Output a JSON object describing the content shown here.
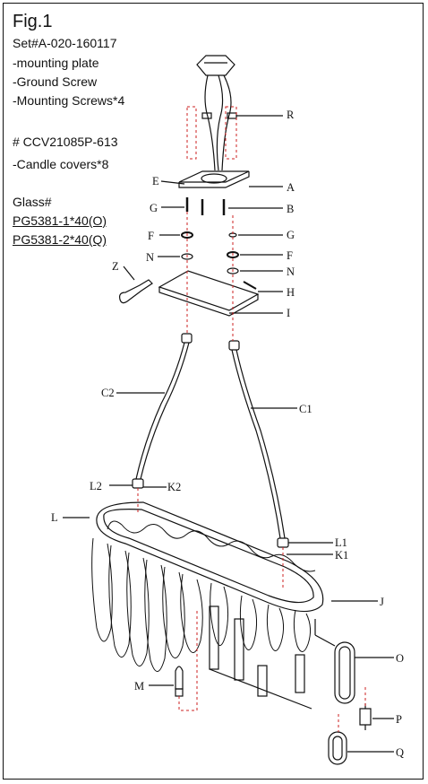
{
  "figure": {
    "title": "Fig.1",
    "notes": [
      "Set#A-020-160117",
      "-mounting plate",
      "-Ground Screw",
      "-Mounting Screws*4",
      "# CCV21085P-613",
      "-Candle covers*8",
      "Glass#",
      "PG5381-1*40(O)",
      "PG5381-2*40(Q)"
    ]
  },
  "parts": {
    "R": "R",
    "E": "E",
    "A": "A",
    "G": "G",
    "B": "B",
    "F": "F",
    "N": "N",
    "Z": "Z",
    "H": "H",
    "I": "I",
    "C2": "C2",
    "C1": "C1",
    "L2": "L2",
    "K2": "K2",
    "L": "L",
    "L1": "L1",
    "K1": "K1",
    "J": "J",
    "O": "O",
    "M": "M",
    "P": "P",
    "Q": "Q"
  },
  "colors": {
    "line": "#111111",
    "dashed": "#cc2222"
  }
}
